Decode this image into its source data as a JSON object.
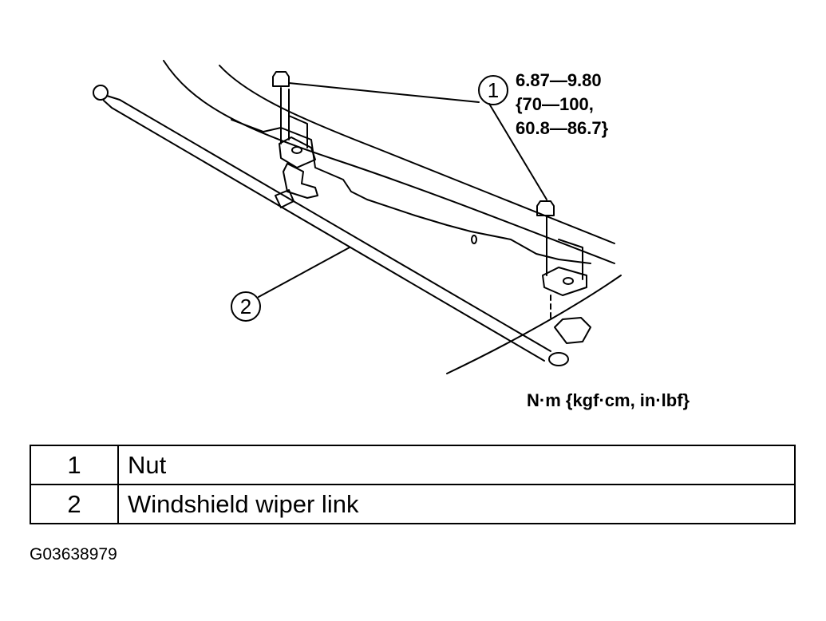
{
  "torque_spec": {
    "line1": "6.87—9.80",
    "line2": "{70—100,",
    "line3": "60.8—86.7}"
  },
  "callouts": [
    "1",
    "2"
  ],
  "units_label": "N·m {kgf·cm, in·lbf}",
  "legend": [
    {
      "number": "1",
      "description": "Nut"
    },
    {
      "number": "2",
      "description": "Windshield wiper link"
    }
  ],
  "figure_code": "G03638979"
}
